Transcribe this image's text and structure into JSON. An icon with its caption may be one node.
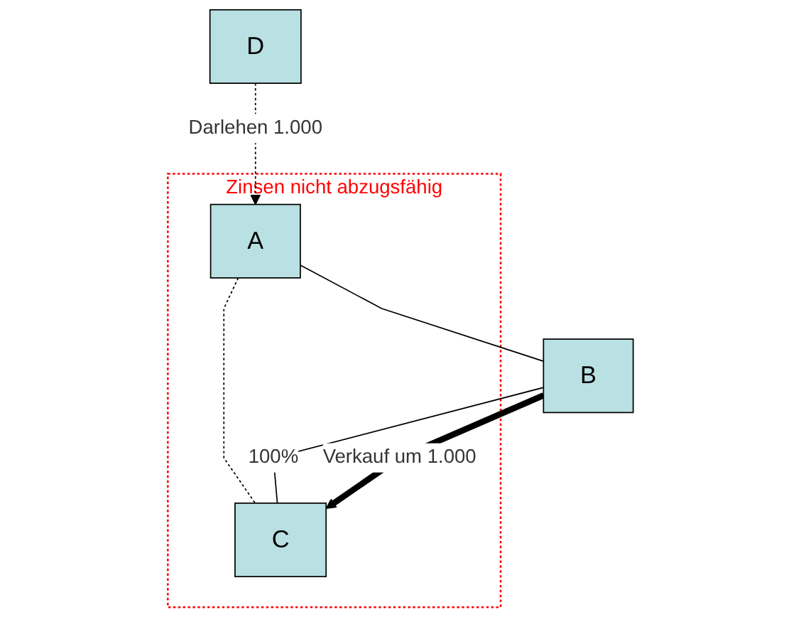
{
  "diagram": {
    "nodes": [
      {
        "text": [
          "Zinsen nicht abzugsfähig"
        ]
      },
      {
        "text": [
          "A"
        ],
        "in": 0
      },
      {
        "text": [
          "B"
        ]
      },
      {
        "text": [
          "C"
        ],
        "in": 0
      },
      {
        "text": [
          "D"
        ]
      }
    ],
    "edges": [
      {
        "from": 4,
        "to": 1,
        "arrow": "to",
        "style": "dashed",
        "label": "Darlehen 1.000"
      },
      {
        "from": 1,
        "to": 2,
        "arrow": "none"
      },
      {
        "from": 1,
        "to": 3,
        "arrow": "none",
        "style": "dashed"
      },
      {
        "from": 2,
        "to": 3,
        "arrow": "none",
        "label": "100%"
      },
      {
        "from": 2,
        "to": 3,
        "arrow": "to",
        "style": "thick",
        "label": "Verkauf um 1.000"
      }
    ]
  }
}
